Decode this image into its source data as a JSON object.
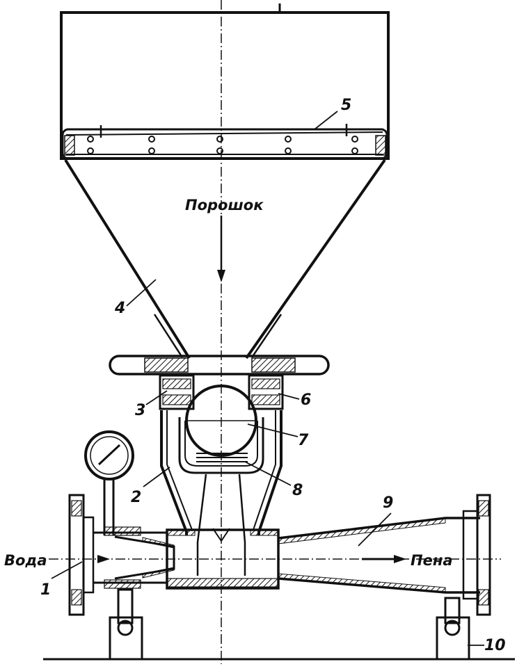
{
  "labels": {
    "powder": "Порошок",
    "water": "Вода",
    "foam": "Пена"
  },
  "callouts": {
    "n1": "1",
    "n2": "2",
    "n3": "3",
    "n4": "4",
    "n5": "5",
    "n6": "6",
    "n7": "7",
    "n8": "8",
    "n9": "9",
    "n10": "10"
  },
  "colors": {
    "ink": "#111111",
    "paper": "#ffffff"
  }
}
